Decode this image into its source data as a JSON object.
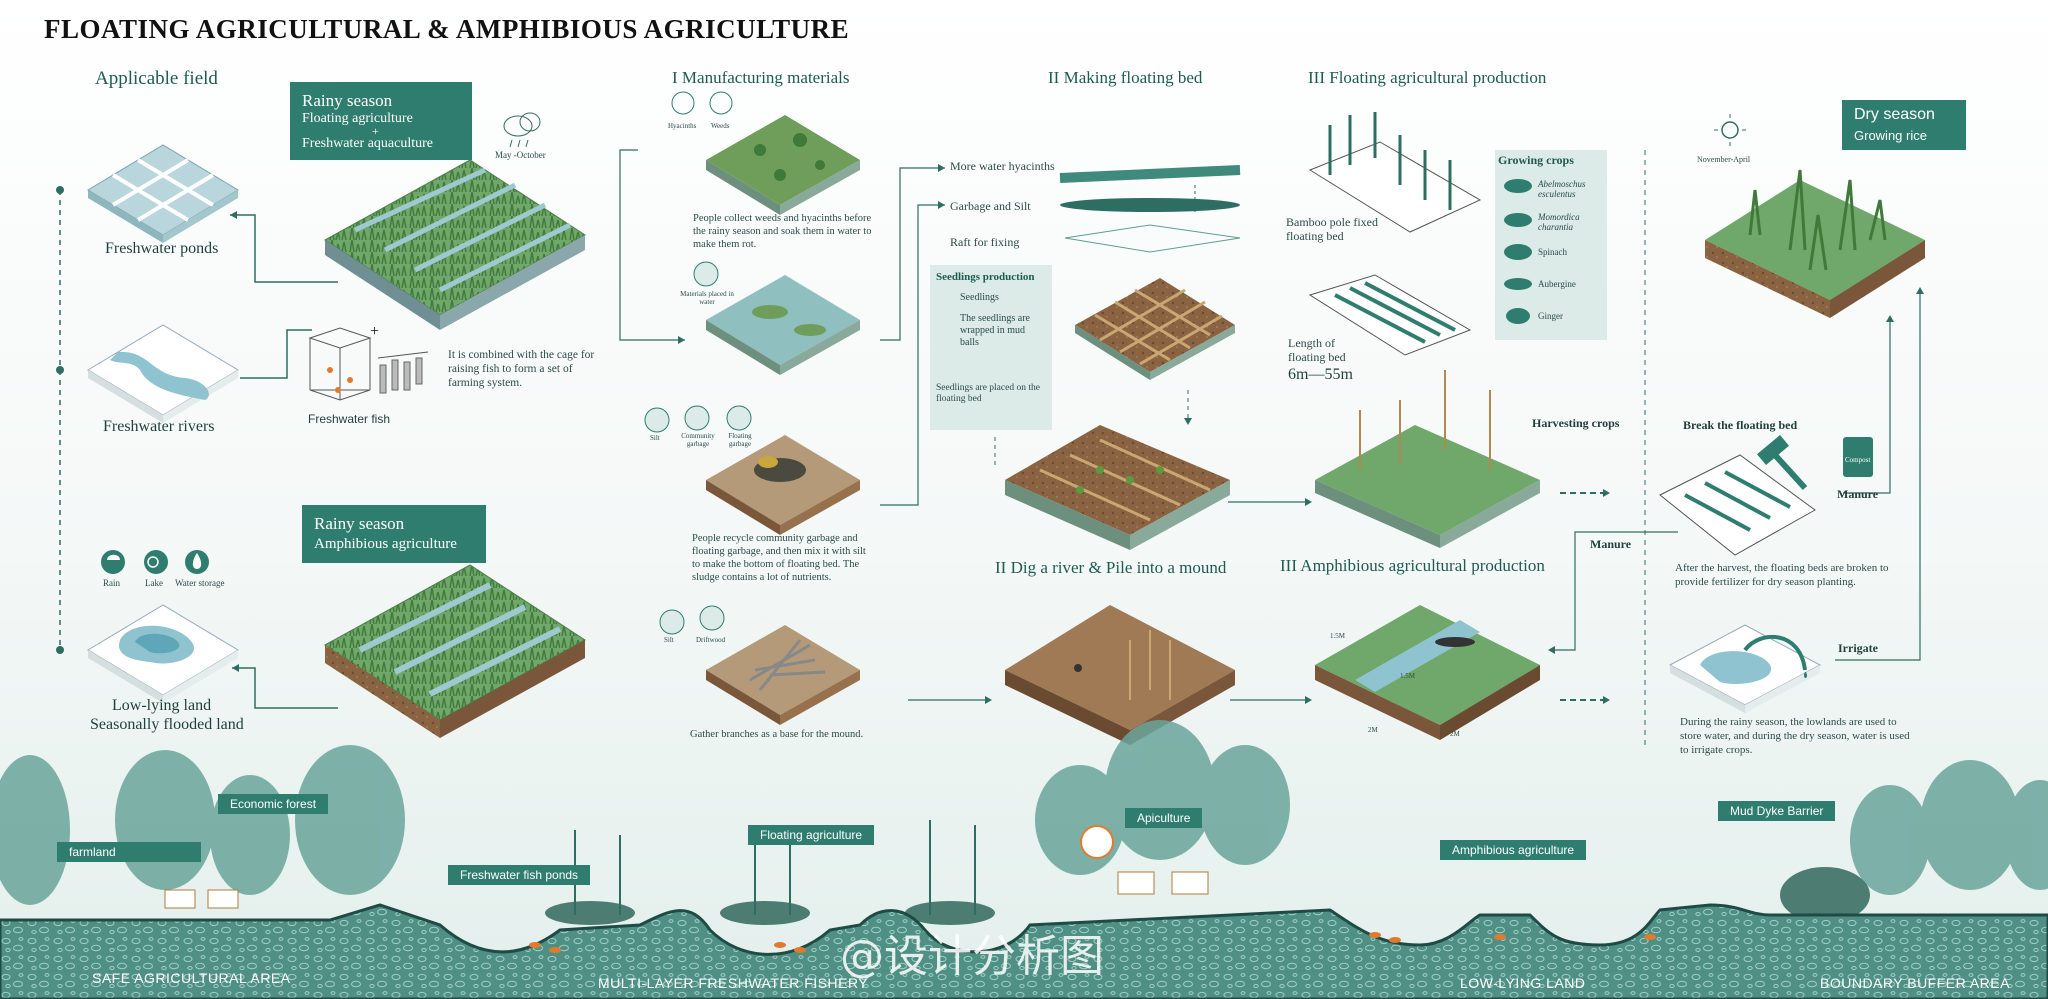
{
  "title": "FLOATING AGRICULTURAL & AMPHIBIOUS AGRICULTURE",
  "applicable": {
    "heading": "Applicable field",
    "ponds": "Freshwater ponds",
    "rivers": "Freshwater rivers",
    "lowland1": "Low-lying land",
    "lowland2": "Seasonally flooded land",
    "fish": "Freshwater fish",
    "cage_note": "It is combined with the cage for raising fish to form a set of farming system.",
    "rain": "Rain",
    "lake": "Lake",
    "water_storage": "Water storage"
  },
  "rainy_floating": {
    "line1": "Rainy season",
    "line2": "Floating agriculture",
    "plus": "+",
    "line3": "Freshwater aquaculture",
    "months": "May -October"
  },
  "rainy_amphib": {
    "line1": "Rainy season",
    "line2": "Amphibious agriculture"
  },
  "manufacturing": {
    "heading": "I  Manufacturing materials",
    "hyacinths": "Hyacinths",
    "weeds": "Weeds",
    "note1": "People collect weeds and hyacinths before the rainy season and soak them in water to make them rot.",
    "placed": "Materials placed in water",
    "silt": "Silt",
    "garbage": "Community garbage",
    "floating_garbage": "Floating garbage",
    "note2": "People recycle community garbage and floating garbage, and then mix it with silt to make the bottom of floating bed. The sludge contains a lot of nutrients.",
    "silt2": "Silt",
    "driftwood": "Driftwood",
    "note3": "Gather branches as a base for the mound."
  },
  "floating_bed": {
    "heading": "II  Making floating bed",
    "more": "More water hyacinths",
    "garbage": "Garbage and Silt",
    "raft": "Raft for fixing",
    "seed_title": "Seedlings  production",
    "seedlings": "Seedlings",
    "wrapped": "The seedlings are wrapped in mud balls",
    "placed": "Seedlings are placed on the floating bed"
  },
  "production": {
    "heading": "III  Floating agricultural production",
    "bamboo": "Bamboo pole fixed floating bed",
    "length1": "Length of",
    "length2": "floating bed",
    "length3": "6m—55m",
    "crops_title": "Growing crops",
    "crops": [
      "Abelmoschus esculentus",
      "Momordica charantia",
      "Spinach",
      "Aubergine",
      "Ginger"
    ],
    "harvest": "Harvesting crops"
  },
  "mound": {
    "heading": "II  Dig a river & Pile into a mound"
  },
  "amphib_prod": {
    "heading": "III  Amphibious agricultural production",
    "dim1": "1.5M",
    "dim2": "1.5M",
    "dim3": "2M",
    "dim4": "2M"
  },
  "dry": {
    "line1": "Dry season",
    "line2": "Growing rice",
    "months": "November-April",
    "break": "Break the floating bed",
    "compost": "Compost",
    "manure": "Manure",
    "manure2": "Manure",
    "break_note": "After the harvest, the floating beds are broken to provide fertilizer for dry season planting.",
    "irrigate": "Irrigate",
    "irrigate_note": "During the rainy season, the lowlands are used to store water, and during the dry season, water is used to irrigate crops."
  },
  "landscape": {
    "farmland": "farmland",
    "economic_forest": "Economic forest",
    "fish_ponds": "Freshwater fish ponds",
    "floating_agri": "Floating agriculture",
    "apiculture": "Apiculture",
    "amphibious": "Amphibious agriculture",
    "mud_dyke": "Mud Dyke Barrier",
    "zone1": "SAFE AGRICULTURAL AREA",
    "zone2": "MULTI-LAYER FRESHWATER FISHERY",
    "zone3": "LOW-LYING LAND",
    "zone4": "BOUNDARY BUFFER AREA"
  },
  "watermark": "@设计分析图",
  "colors": {
    "accent": "#2e7d6e",
    "light": "#dcebe7",
    "water": "#8fc3cf",
    "soil": "#6b4a32",
    "grass": "#5c9a3f"
  }
}
